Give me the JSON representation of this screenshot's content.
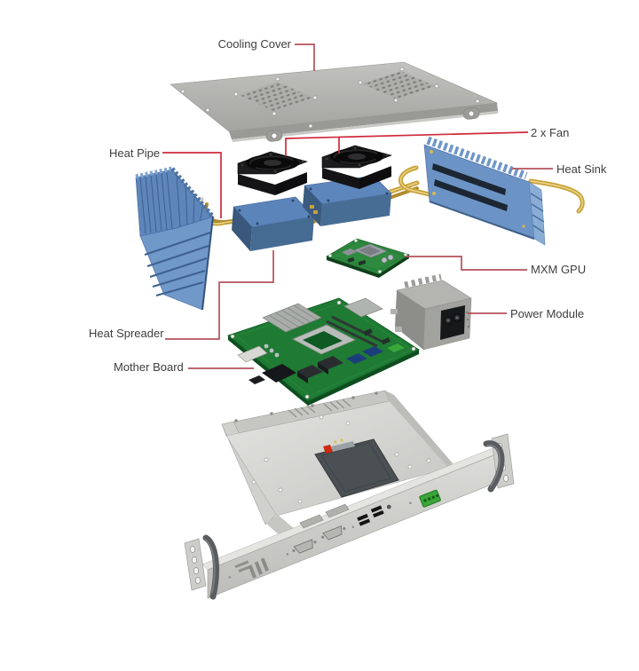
{
  "figure": {
    "type": "exploded-view hardware assembly diagram",
    "description": "Rugged embedded computer exploded into its parts with red leader lines"
  },
  "labels": {
    "cooling_cover": "Cooling Cover",
    "fans": "2 x Fan",
    "heat_pipe": "Heat Pipe",
    "heat_sink": "Heat Sink",
    "mxm_gpu": "MXM GPU",
    "power_module": "Power Module",
    "heat_spreader": "Heat Spreader",
    "mother_board": "Mother Board"
  },
  "colors": {
    "leader_primary": "#b5515b",
    "leader_bright": "#cf2b3c",
    "label_text": "#3d3d3d",
    "background": "#ffffff",
    "metal_gray": "#b5b5b2",
    "heatsink_blue": "#5b84b8",
    "pcb_green": "#1f7a33",
    "heat_pipe_gold": "#c8a23a",
    "fan_black": "#161616",
    "terminal_green": "#3aa63a"
  }
}
